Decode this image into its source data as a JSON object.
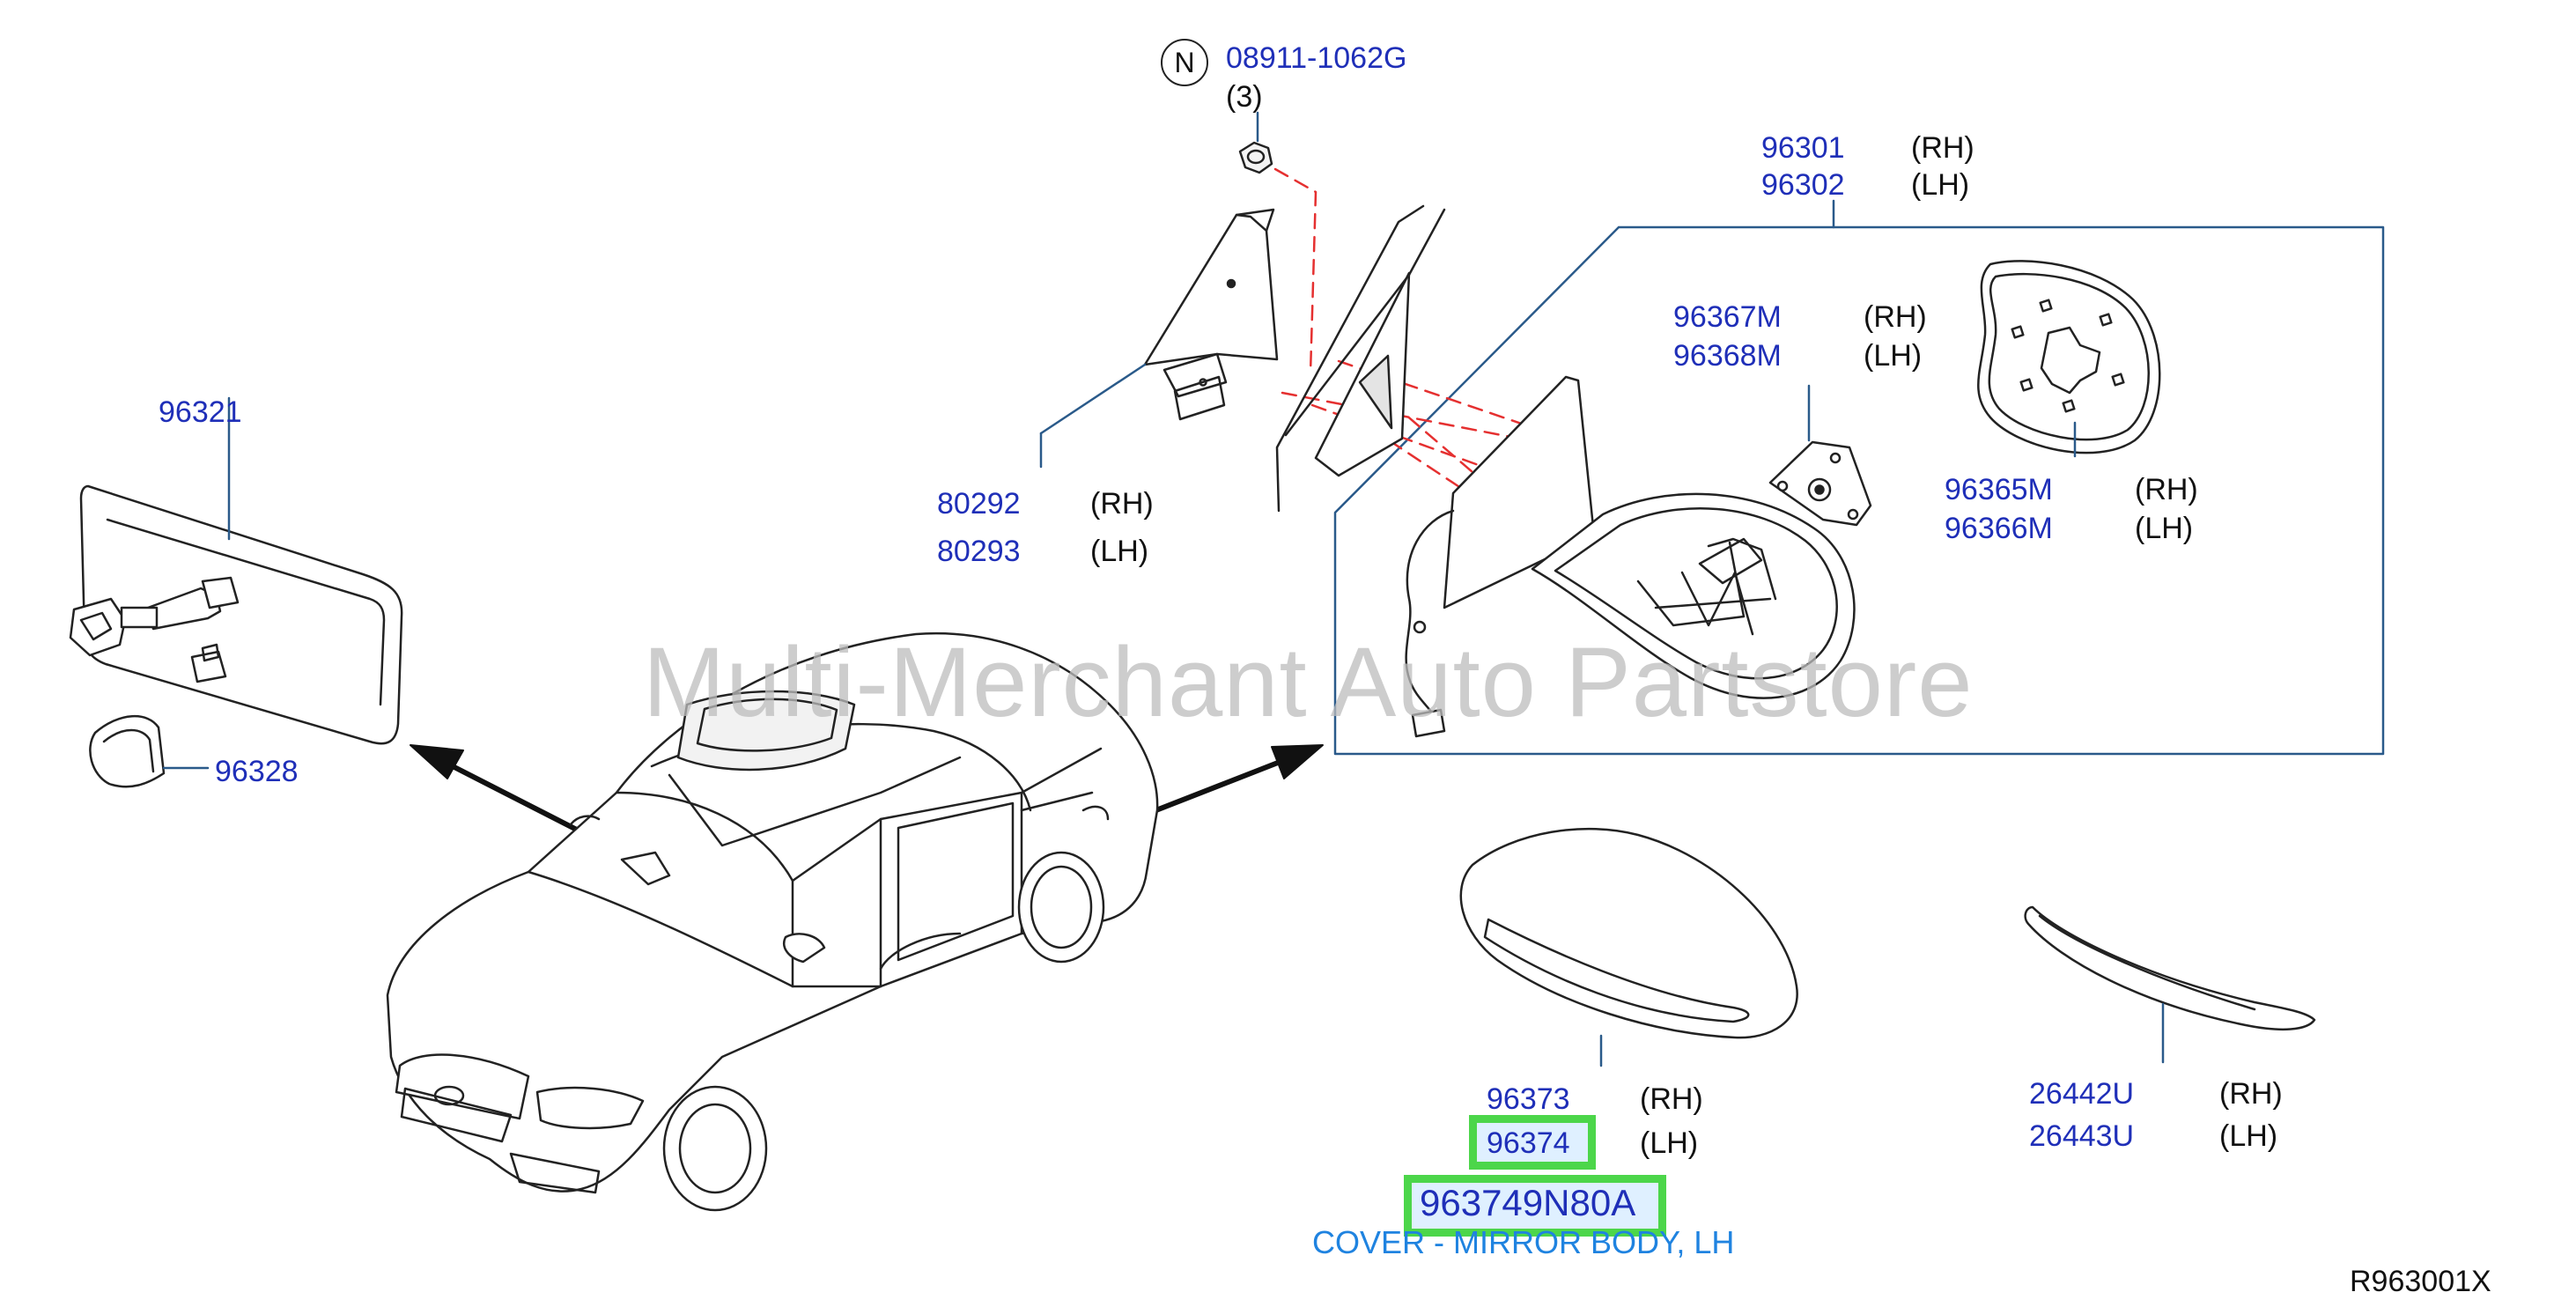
{
  "watermark": "Multi-Merchant Auto Partstore",
  "nut": {
    "badge": "N",
    "part": "08911-1062G",
    "qty": "(3)"
  },
  "mirror_assy": {
    "rh_part": "96301",
    "rh_side": "(RH)",
    "lh_part": "96302",
    "lh_side": "(LH)"
  },
  "motor": {
    "rh_part": "96367M",
    "rh_side": "(RH)",
    "lh_part": "96368M",
    "lh_side": "(LH)"
  },
  "glass": {
    "rh_part": "96365M",
    "rh_side": "(RH)",
    "lh_part": "96366M",
    "lh_side": "(LH)"
  },
  "bracket": {
    "rh_part": "80292",
    "rh_side": "(RH)",
    "lh_part": "80293",
    "lh_side": "(LH)"
  },
  "inside_mirror": {
    "part": "96321"
  },
  "mirror_cover": {
    "part": "96328"
  },
  "body_cover": {
    "rh_part": "96373",
    "rh_side": "(RH)",
    "lh_part": "96374",
    "lh_side": "(LH)"
  },
  "turn_lamp": {
    "rh_part": "26442U",
    "rh_side": "(RH)",
    "lh_part": "26443U",
    "lh_side": "(LH)"
  },
  "highlight": {
    "oem_number": "963749N80A",
    "description": "COVER - MIRROR BODY, LH"
  },
  "ref_code": "R963001X",
  "colors": {
    "part_number": "#1f2fb8",
    "highlight_border": "#4cd64a",
    "description": "#1f83e0",
    "leader_line": "#2a5a8a",
    "dashed_line": "#e53030"
  }
}
